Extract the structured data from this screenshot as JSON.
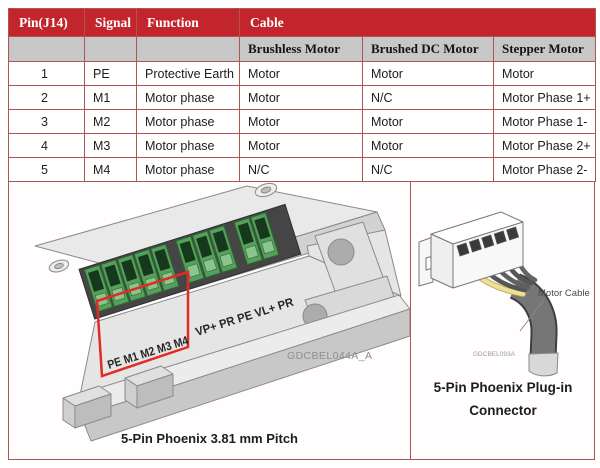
{
  "table": {
    "header": {
      "pin": "Pin(J14)",
      "signal": "Signal",
      "function": "Function",
      "cable": "Cable"
    },
    "subheader": {
      "brushless": "Brushless Motor",
      "brushed": "Brushed DC Motor",
      "stepper": "Stepper Motor"
    },
    "rows": [
      {
        "pin": "1",
        "signal": "PE",
        "function": "Protective Earth",
        "brushless": "Motor",
        "brushed": "Motor",
        "stepper": "Motor"
      },
      {
        "pin": "2",
        "signal": "M1",
        "function": "Motor phase",
        "brushless": "Motor",
        "brushed": "N/C",
        "stepper": "Motor Phase 1+"
      },
      {
        "pin": "3",
        "signal": "M2",
        "function": "Motor phase",
        "brushless": "Motor",
        "brushed": "Motor",
        "stepper": "Motor Phase 1-"
      },
      {
        "pin": "4",
        "signal": "M3",
        "function": "Motor phase",
        "brushless": "Motor",
        "brushed": "Motor",
        "stepper": "Motor Phase 2+"
      },
      {
        "pin": "5",
        "signal": "M4",
        "function": "Motor phase",
        "brushless": "N/C",
        "brushed": "N/C",
        "stepper": "Motor Phase 2-"
      }
    ]
  },
  "left_figure": {
    "terminal_labels_primary": "PE M1 M2 M3 M4",
    "terminal_labels_secondary": "VP+ PR PE VL+ PR",
    "drawing_code": "GDCBEL044A_A",
    "caption": "5-Pin Phoenix 3.81 mm Pitch"
  },
  "right_figure": {
    "cable_label": "Motor Cable",
    "drawing_code": "GDCBEL093A",
    "caption_line1": "5-Pin Phoenix Plug-in",
    "caption_line2": "Connector"
  },
  "colors": {
    "header_red": "#c2262c",
    "subheader_gray": "#c7c7c7",
    "table_border": "#b0544f",
    "highlight_red": "#e12b24",
    "terminal_green": "#55a05b"
  }
}
